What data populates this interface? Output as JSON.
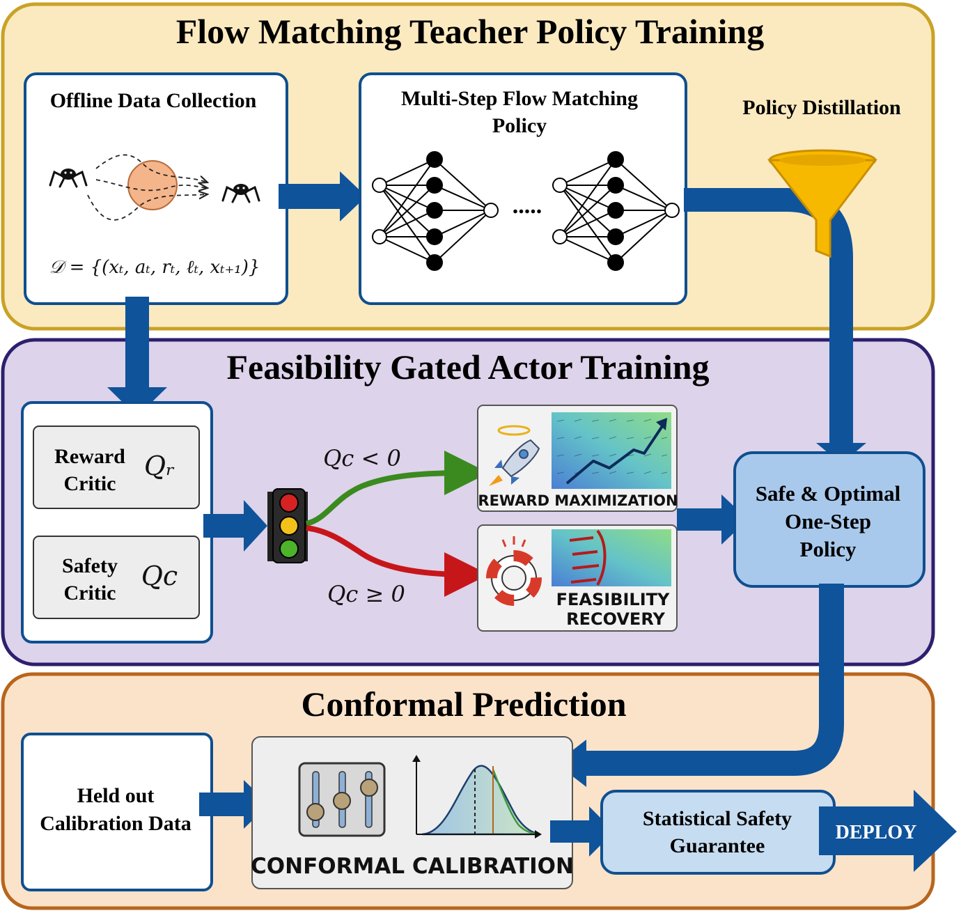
{
  "sections": {
    "flow": {
      "title": "Flow Matching Teacher Policy Training"
    },
    "feasibility": {
      "title": "Feasibility Gated Actor Training"
    },
    "conformal": {
      "title": "Conformal Prediction"
    }
  },
  "offline_data": {
    "title": "Offline Data Collection",
    "dataset_formula": "𝒟 = {(xₜ, aₜ, rₜ, ℓₜ, xₜ₊₁)}"
  },
  "flow_policy": {
    "title_line1": "Multi-Step Flow Matching",
    "title_line2": "Policy",
    "ellipsis": "....."
  },
  "distillation": {
    "label": "Policy Distillation"
  },
  "critics": {
    "reward": {
      "line1": "Reward",
      "line2": "Critic",
      "symbol": "Qᵣ"
    },
    "safety": {
      "line1": "Safety",
      "line2": "Critic",
      "symbol": "Qc"
    }
  },
  "gate": {
    "upper_condition": "Qc < 0",
    "lower_condition": "Qc ≥ 0"
  },
  "panels": {
    "reward_maximization": "REWARD MAXIMIZATION",
    "feasibility_recovery_line1": "FEASIBILITY",
    "feasibility_recovery_line2": "RECOVERY"
  },
  "safe_policy": {
    "line1": "Safe & Optimal",
    "line2": "One-Step",
    "line3": "Policy"
  },
  "calibration_data": {
    "line1": "Held out",
    "line2": "Calibration Data"
  },
  "conformal_calibration": {
    "label": "CONFORMAL CALIBRATION"
  },
  "guarantee": {
    "line1": "Statistical Safety",
    "line2": "Guarantee"
  },
  "deploy": {
    "label": "DEPLOY"
  },
  "colors": {
    "flow_bg": "#fbeac0",
    "flow_border": "#c9a227",
    "feas_bg": "#ddd3ea",
    "feas_border": "#2e1f6e",
    "conf_bg": "#fbe3c9",
    "conf_border": "#b8651c",
    "node_border": "#0f4f8f",
    "arrow": "#0f539b",
    "accent_box": "#a9c9ec",
    "green": "#3b8a1f",
    "red": "#c7161a",
    "funnel": "#f7b800"
  }
}
